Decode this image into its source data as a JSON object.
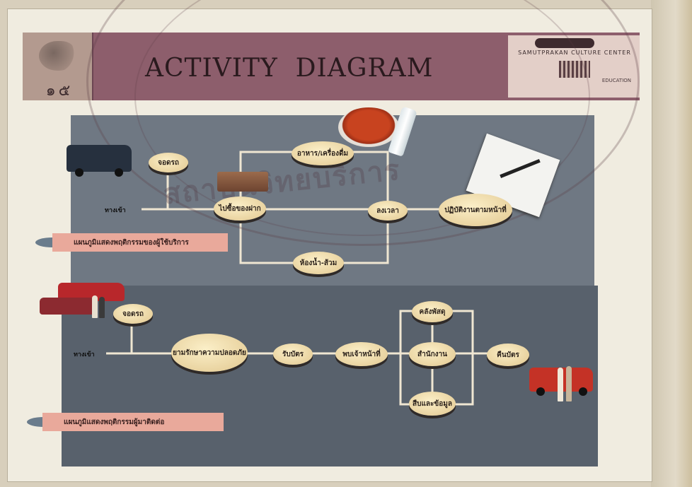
{
  "header": {
    "page_number": "๑๕",
    "title": "ACTIVITY  DIAGRAM",
    "logo_line1": "SAMUTPRAKAN CULTURE CENTER",
    "logo_line2": "EDUCATION"
  },
  "watermark": "สถาบันวิทยบริการ",
  "diagram_top": {
    "start_label": "ทางเข้า",
    "banner": "แผนภูมิแสดงพฤติกรรมของผู้ใช้บริการ",
    "nodes": {
      "parking": "จอดรถ",
      "food": "อาหาร/เครื่องดื่ม",
      "souvenir": "ไปซื้อของฝาก",
      "register": "ลงเวลา",
      "work": "ปฏิบัติงานตามหน้าที่",
      "restroom": "ห้องน้ำ-ส้วม"
    }
  },
  "diagram_bottom": {
    "start_label": "ทางเข้า",
    "banner": "แผนภูมิแสดงพฤติกรรมผู้มาติดต่อ",
    "nodes": {
      "parking": "จอดรถ",
      "guard": "ยามรักษาความปลอดภัย",
      "card": "รับบัตร",
      "staff": "พบเจ้าหน้าที่",
      "warehouse": "คลังพัสดุ",
      "office": "สำนักงาน",
      "info": "สืบและข้อมูล",
      "return_card": "คืนบัตร"
    }
  }
}
